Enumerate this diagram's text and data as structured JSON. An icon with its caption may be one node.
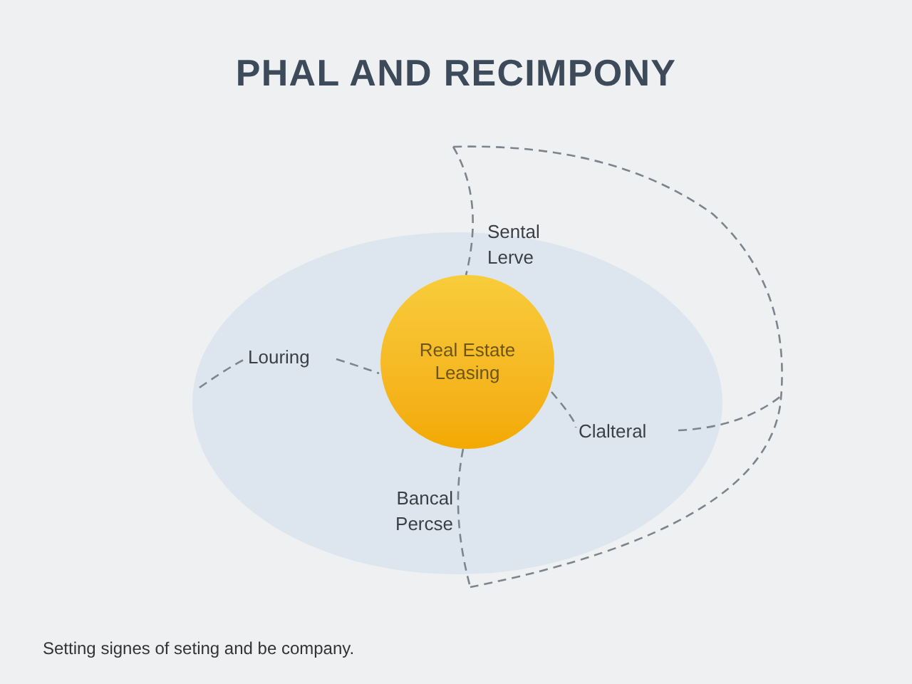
{
  "diagram": {
    "title": "PHAL AND RECIMPONY",
    "nodes": [
      {
        "text": [],
        "shape": "circle"
      },
      {
        "text": [
          "Real Estate Leasing"
        ],
        "in": 0
      }
    ],
    "labels": [
      "Sental Lerve",
      "Louring",
      "Clalteral",
      "Bancal Percse"
    ],
    "caption": "Setting signes of seting and be company."
  }
}
